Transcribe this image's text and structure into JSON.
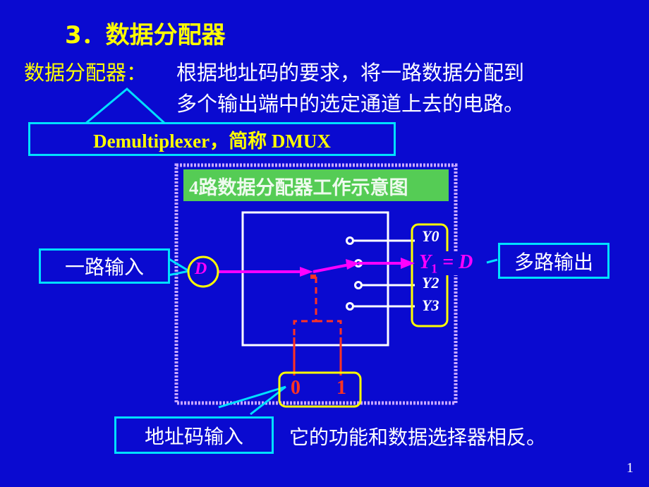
{
  "title": "3．数据分配器",
  "definition": {
    "term": "数据分配器：",
    "line1": "根据地址码的要求，将一路数据分配到",
    "line2": "多个输出端中的选定通道上去的电路。"
  },
  "callout_english": "Demultiplexer，简称  DMUX",
  "diagram": {
    "header": "4路数据分配器工作示意图",
    "input_symbol": "D",
    "outputs": [
      "Y0",
      "Y2",
      "Y3"
    ],
    "selected_output": {
      "y": "Y",
      "sub": "1",
      "rest": " = D"
    },
    "address_bits": [
      "0",
      "1"
    ]
  },
  "labels": {
    "single_input": "一路输入",
    "multi_output": "多路输出",
    "address_input": "地址码输入"
  },
  "note": "它的功能和数据选择器相反。",
  "page_number": "1",
  "colors": {
    "background": "#0a0ad0",
    "title": "#ffff00",
    "signal": "#ff00ff",
    "address": "#ff3322",
    "callout": "#00e0ff"
  }
}
